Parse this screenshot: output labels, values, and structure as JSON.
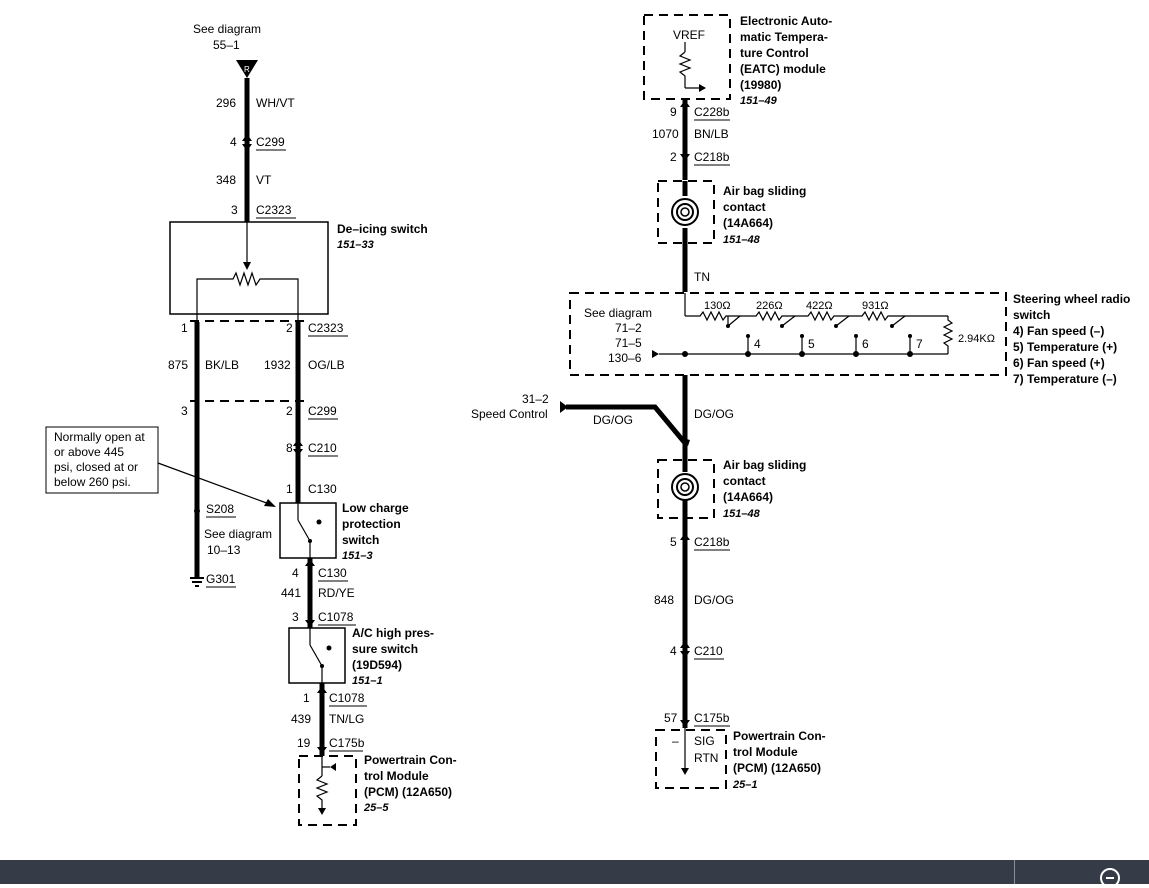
{
  "left_circuit": {
    "see_diagram_top": "See diagram",
    "see_diagram_top_ref": "55–1",
    "circuit_296": "296",
    "wire_whvt": "WH/VT",
    "pin_4": "4",
    "conn_c299_top": "C299",
    "circuit_348": "348",
    "wire_vt": "VT",
    "pin_3_top": "3",
    "conn_c2323_top": "C2323",
    "deicing_name": "De–icing switch",
    "deicing_ref": "151–33",
    "pin_1": "1",
    "pin_2": "2",
    "conn_c2323_bottom": "C2323",
    "circuit_875": "875",
    "wire_bklb": "BK/LB",
    "circuit_1932": "1932",
    "wire_oglb": "OG/LB",
    "pin_3_mid": "3",
    "pin_2_mid": "2",
    "conn_c299_mid": "C299",
    "pin_8": "8",
    "conn_c210": "C210",
    "note_lines": [
      "Normally open at",
      "or above 445",
      "psi, closed at or",
      "below 260 psi."
    ],
    "pin_1_c130": "1",
    "conn_c130_top": "C130",
    "splice_s208": "S208",
    "see_diagram_mid": "See diagram",
    "see_diagram_mid_ref": "10–13",
    "ground_g301": "G301",
    "lowcharge_lines": [
      "Low charge",
      "protection",
      "switch"
    ],
    "lowcharge_ref": "151–3",
    "pin_4_c130": "4",
    "conn_c130_bottom": "C130",
    "circuit_441": "441",
    "wire_rdye": "RD/YE",
    "pin_3_c1078": "3",
    "conn_c1078_top": "C1078",
    "achigh_lines": [
      "A/C high pres-",
      "sure switch",
      "(19D594)"
    ],
    "achigh_ref": "151–1",
    "pin_1_c1078": "1",
    "conn_c1078_bottom": "C1078",
    "circuit_439": "439",
    "wire_tnlg": "TN/LG",
    "pin_19": "19",
    "conn_c175b": "C175b",
    "pcm_lines": [
      "Powertrain Con-",
      "trol Module",
      "(PCM) (12A650)"
    ],
    "pcm_ref": "25–5"
  },
  "right_circuit": {
    "vref": "VREF",
    "eatc_lines": [
      "Electronic Auto-",
      "matic Tempera-",
      "ture Control",
      "(EATC) module",
      "(19980)"
    ],
    "eatc_ref": "151–49",
    "pin_9": "9",
    "conn_c228b": "C228b",
    "circuit_1070": "1070",
    "wire_bnlb": "BN/LB",
    "pin_2": "2",
    "conn_c218b_top": "C218b",
    "airbag_top_lines": [
      "Air bag sliding",
      "contact",
      "(14A664)"
    ],
    "airbag_top_ref": "151–48",
    "wire_tn": "TN",
    "swr_see_diagram": "See diagram",
    "swr_ref_1": "71–2",
    "swr_ref_2": "71–5",
    "swr_ref_3": "130–6",
    "res_130": "130Ω",
    "res_226": "226Ω",
    "res_422": "422Ω",
    "res_931": "931Ω",
    "res_294k": "2.94KΩ",
    "sw_4": "4",
    "sw_5": "5",
    "sw_6": "6",
    "sw_7": "7",
    "swr_title_lines": [
      "Steering wheel radio",
      "switch"
    ],
    "swr_items": [
      "4)  Fan speed (–)",
      "5)  Temperature (+)",
      "6)  Fan speed (+)",
      "7)  Temperature (–)"
    ],
    "speed_ref": "31–2",
    "speed_label": "Speed Control",
    "wire_dgog_left": "DG/OG",
    "wire_dgog_right": "DG/OG",
    "airbag_bottom_lines": [
      "Air bag sliding",
      "contact",
      "(14A664)"
    ],
    "airbag_bottom_ref": "151–48",
    "pin_5": "5",
    "conn_c218b_bottom": "C218b",
    "circuit_848": "848",
    "wire_dgog_lower": "DG/OG",
    "pin_4_c210": "4",
    "conn_c210": "C210",
    "pin_57": "57",
    "conn_c175b": "C175b",
    "pcm_minus": "–",
    "pcm_sig": "SIG",
    "pcm_rtn": "RTN",
    "pcm_lines": [
      "Powertrain Con-",
      "trol Module",
      "(PCM) (12A650)"
    ],
    "pcm_ref": "25–1"
  },
  "toolbar": {
    "zoom_out_icon": "zoom-out-icon",
    "bar_color": "#353c47"
  }
}
